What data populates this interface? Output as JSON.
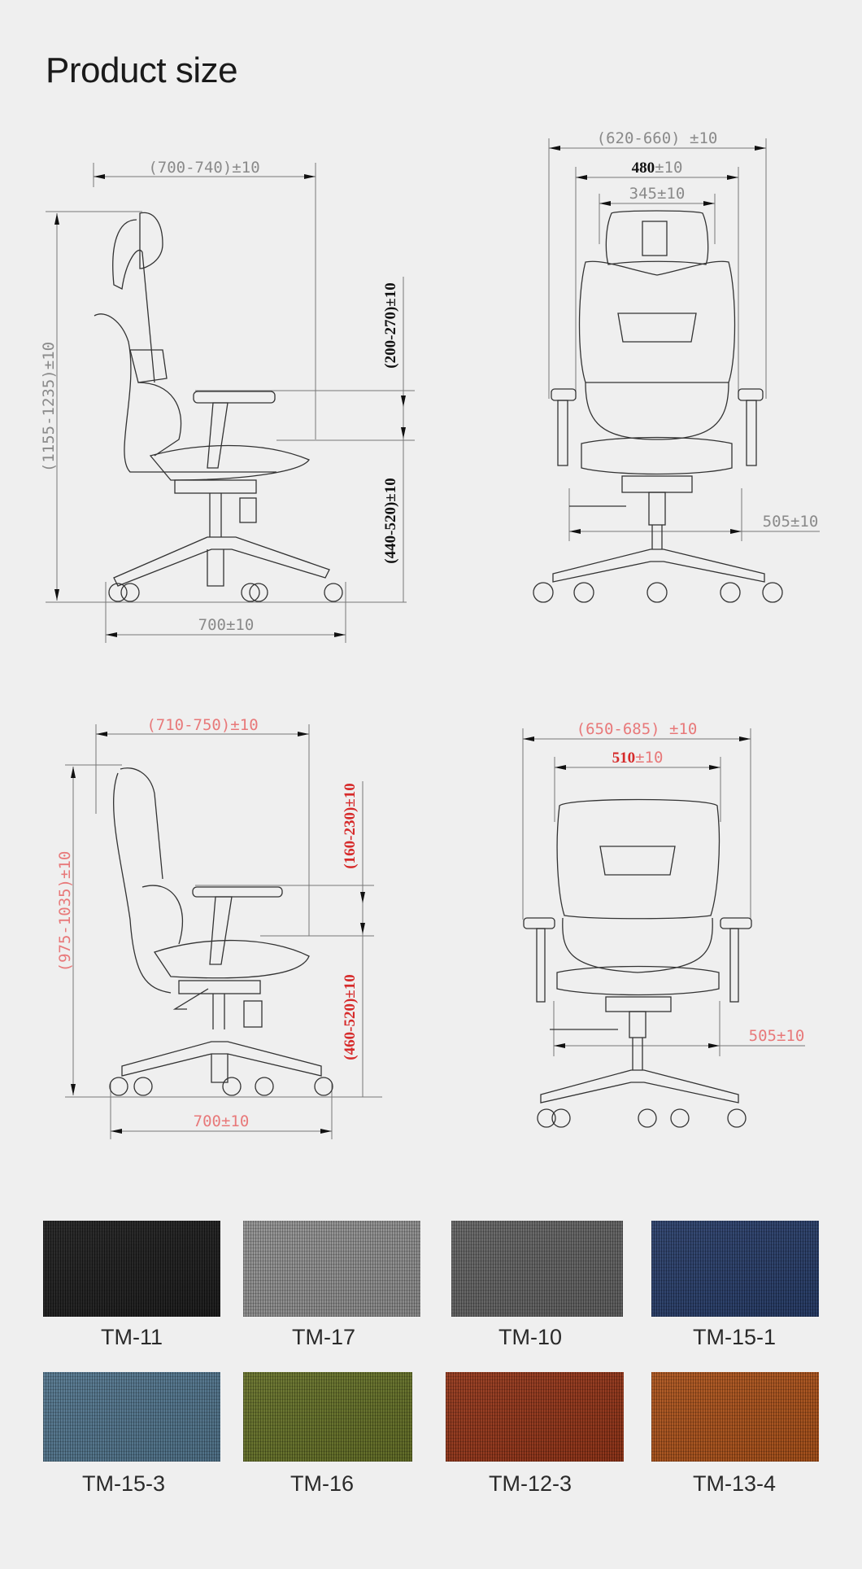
{
  "page": {
    "title": "Product size"
  },
  "views": {
    "side_high": {
      "width_top": "(700-740)±10",
      "height_total": "(1155-1235)±10",
      "arm_height": "(200-270)±10",
      "seat_height": "(440-520)±10",
      "base_width": "700±10"
    },
    "front_high": {
      "overall_width": "(620-660) ±10",
      "inner_width_value": "480",
      "inner_width_tol": "±10",
      "headrest_width": "345±10",
      "seat_width": "505±10"
    },
    "side_low": {
      "width_top": "(710-750)±10",
      "height_total": "(975-1035)±10",
      "arm_height": "(160-230)±10",
      "seat_height": "(460-520)±10",
      "base_width": "700±10"
    },
    "front_low": {
      "overall_width": "(650-685) ±10",
      "inner_width_value": "510",
      "inner_width_tol": "±10",
      "seat_width": "505±10"
    }
  },
  "colors": {
    "background": "#efefef",
    "dimension_gray": "#8a8a8a",
    "dimension_red": "#e8797a",
    "dimension_bold_red": "#d62a2a"
  },
  "swatches": [
    {
      "code": "TM-11",
      "color": "#141414"
    },
    {
      "code": "TM-17",
      "color": "#8c8c8c"
    },
    {
      "code": "TM-10",
      "color": "#5c5c5c"
    },
    {
      "code": "TM-15-1",
      "color": "#1f3563"
    },
    {
      "code": "TM-15-3",
      "color": "#4a6f88"
    },
    {
      "code": "TM-16",
      "color": "#5e6a1e"
    },
    {
      "code": "TM-12-3",
      "color": "#8e2c0e"
    },
    {
      "code": "TM-13-4",
      "color": "#a74a10"
    }
  ]
}
